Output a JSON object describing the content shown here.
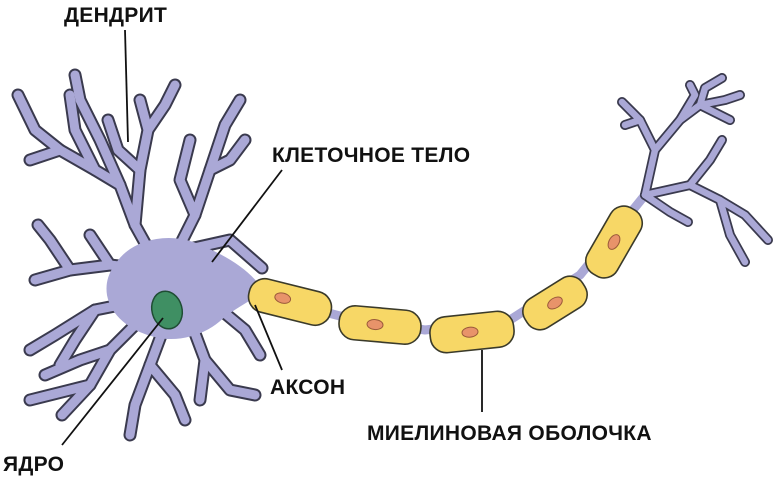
{
  "labels": {
    "dendrite": "ДЕНДРИТ",
    "cell_body": "КЛЕТОЧНОЕ ТЕЛО",
    "axon": "АКСОН",
    "myelin_sheath": "МИЕЛИНОВАЯ ОБОЛОЧКА",
    "nucleus": "ЯДРО"
  },
  "colors": {
    "neuron": "#aaa8d6",
    "neuron_outline": "#3a3a4e",
    "nucleus": "#3f8f63",
    "myelin": "#f7d766",
    "myelin_outline": "#3a3a2a",
    "schwann_nucleus": "#e8936a",
    "leader_line": "#111111"
  }
}
